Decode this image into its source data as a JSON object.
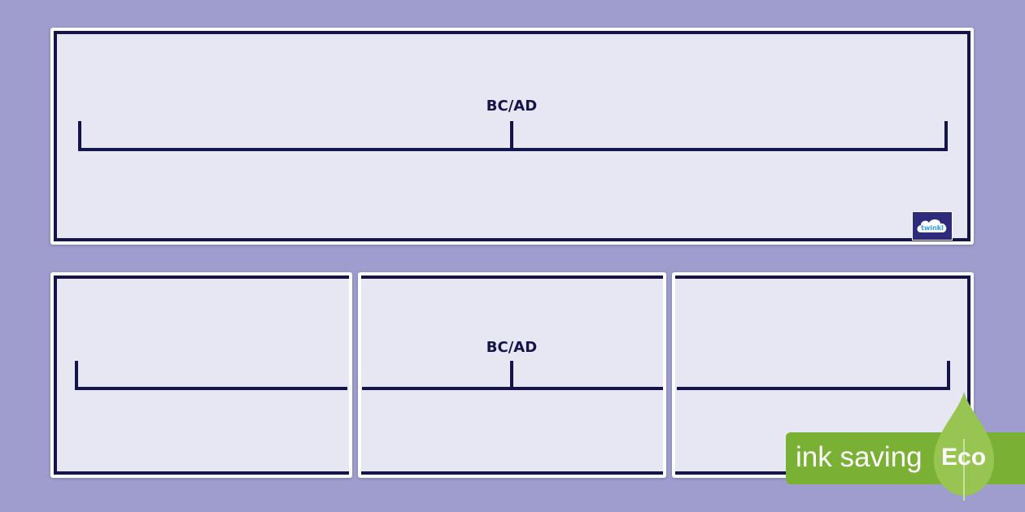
{
  "top_strip": {
    "label": "BC/AD",
    "logo_text": "twinkl"
  },
  "bottom_panels": {
    "middle_label": "BC/AD"
  },
  "eco_badge": {
    "text": "ink saving",
    "word": "Eco"
  },
  "colors": {
    "background": "#9e9dcd",
    "panel": "#e7e7f4",
    "line": "#15144a",
    "eco_green": "#7ab034"
  }
}
